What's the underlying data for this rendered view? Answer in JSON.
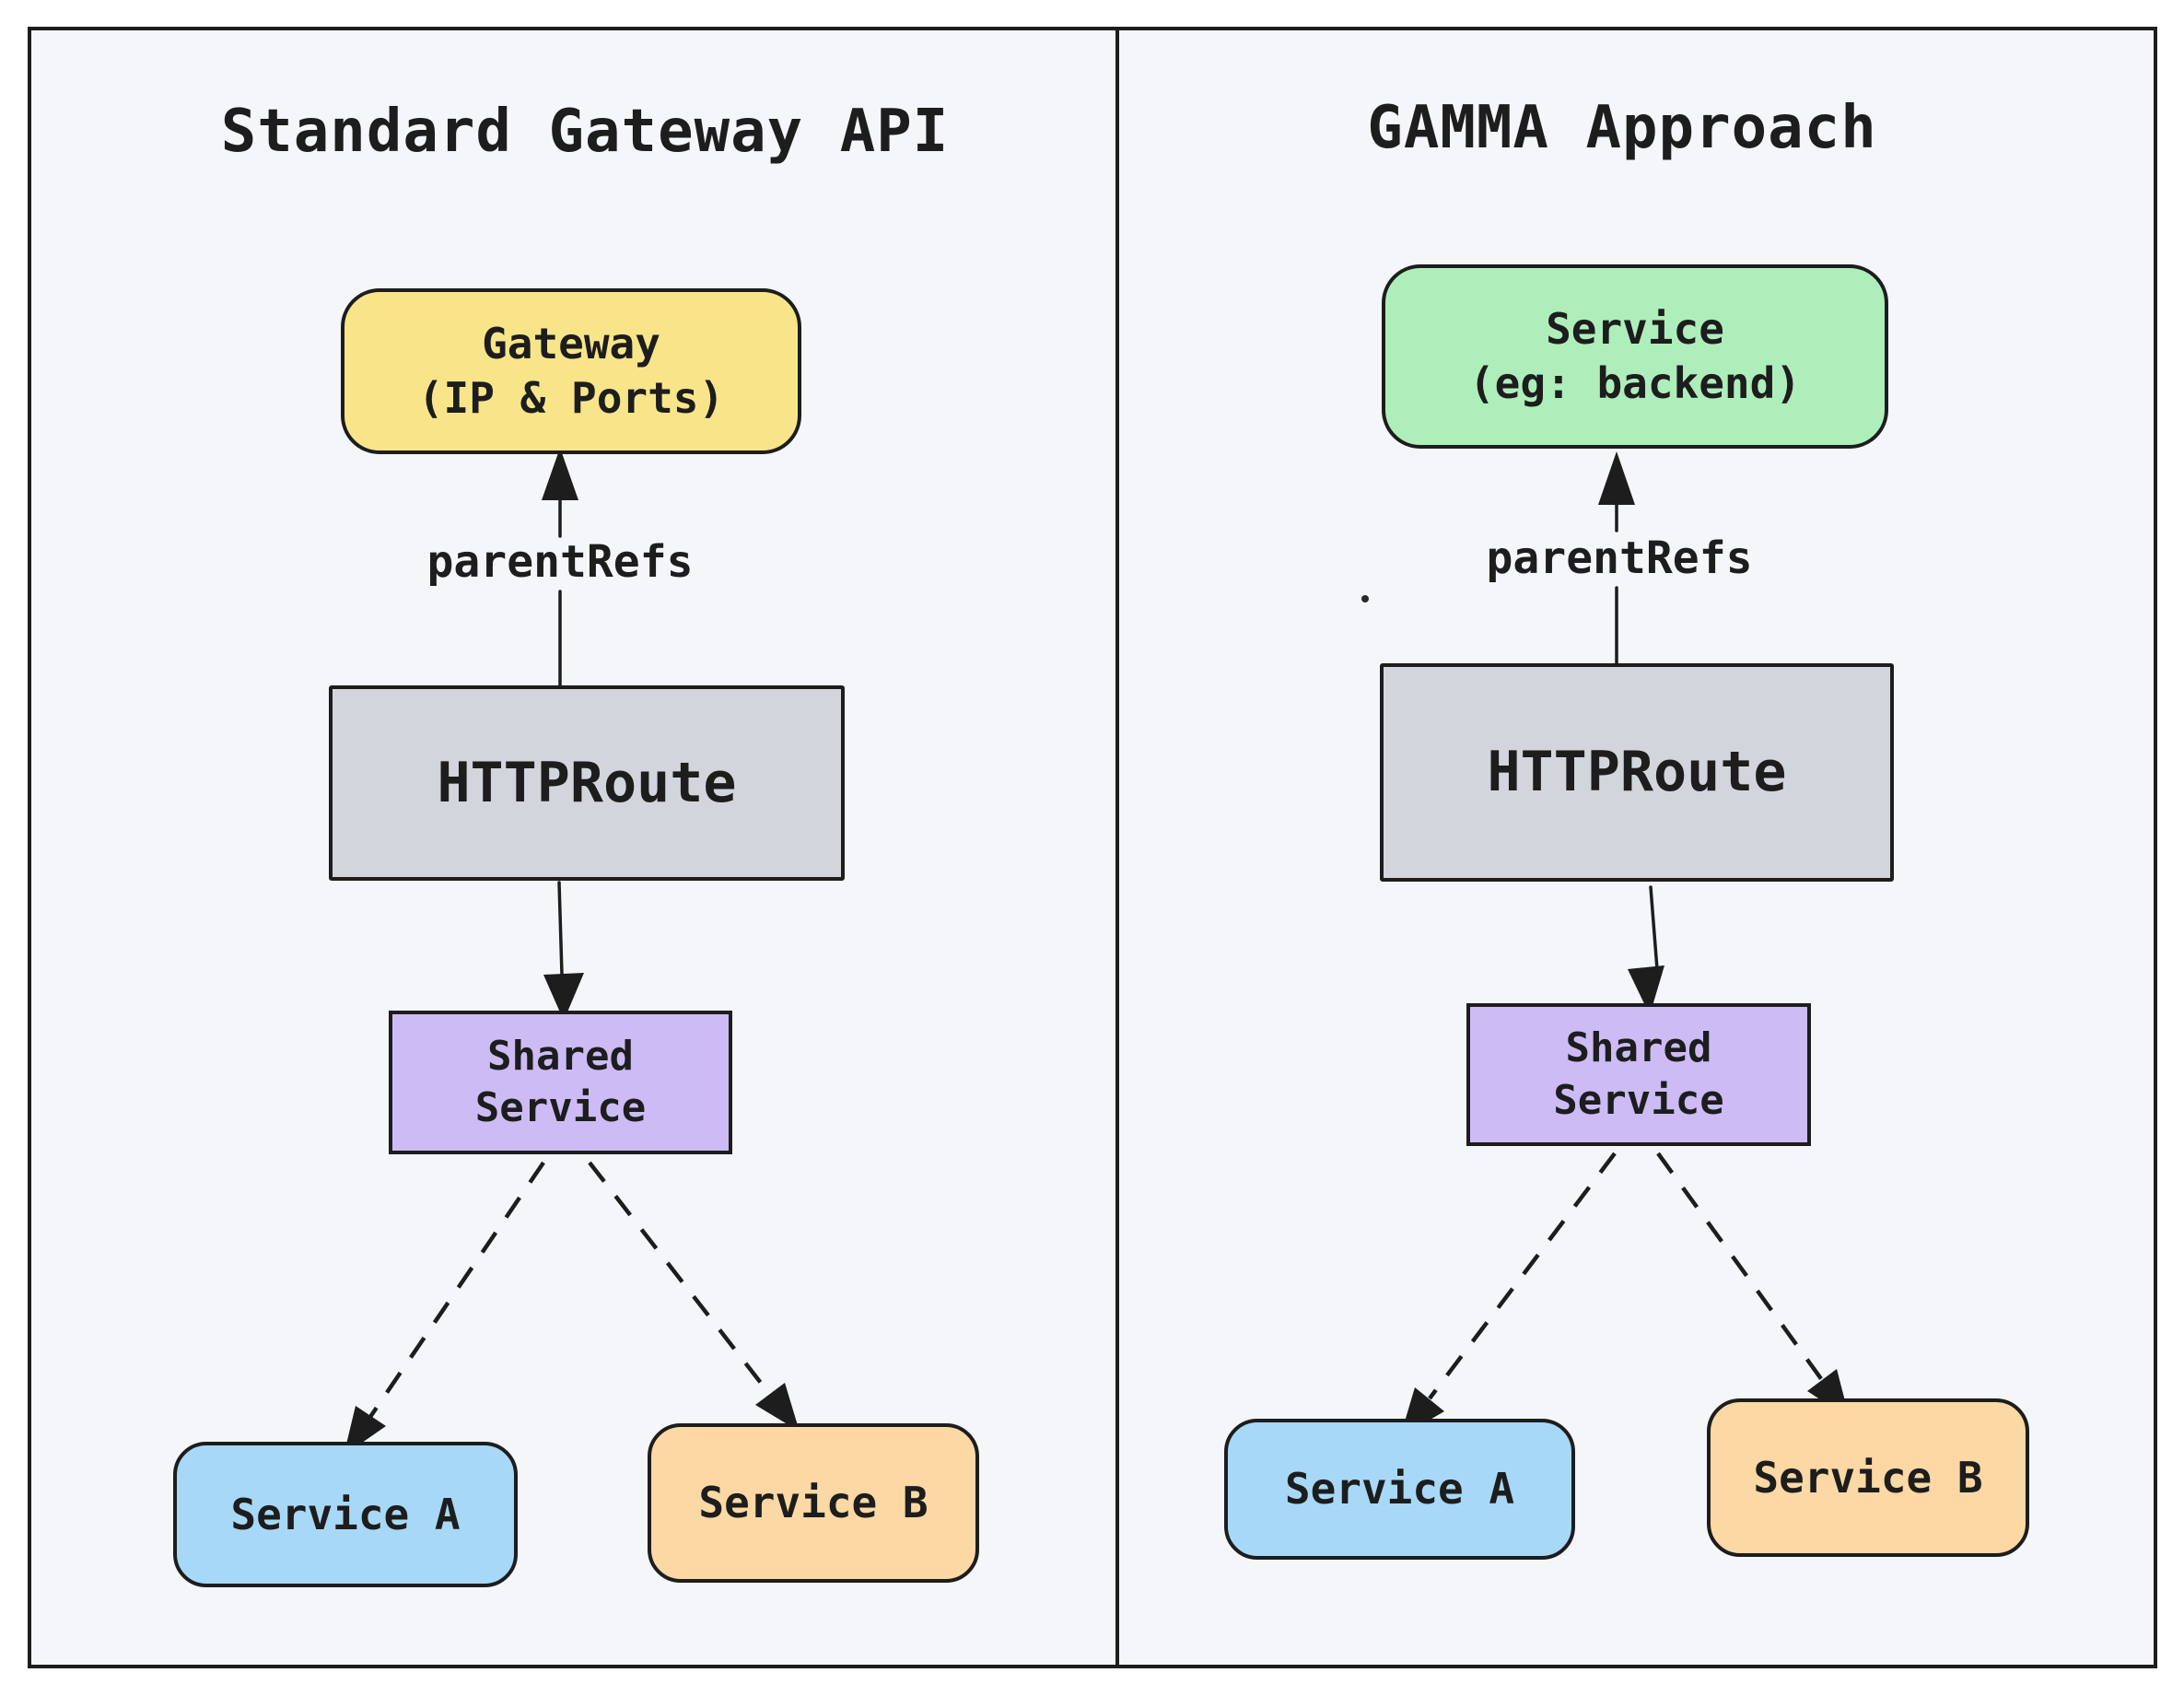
{
  "panels": {
    "left": {
      "title": "Standard Gateway API",
      "gateway": {
        "line1": "Gateway",
        "line2": "(IP & Ports)"
      },
      "parent_refs_label": "parentRefs",
      "httproute_label": "HTTPRoute",
      "shared_service": {
        "line1": "Shared",
        "line2": "Service"
      },
      "service_a_label": "Service A",
      "service_b_label": "Service B"
    },
    "right": {
      "title": "GAMMA Approach",
      "service": {
        "line1": "Service",
        "line2": "(eg: backend)"
      },
      "parent_refs_label": "parentRefs",
      "httproute_label": "HTTPRoute",
      "shared_service": {
        "line1": "Shared",
        "line2": "Service"
      },
      "service_a_label": "Service A",
      "service_b_label": "Service B"
    }
  },
  "colors": {
    "canvas_bg": "#ffffff",
    "panel_bg": "#f4f6f9",
    "ink": "#1d1d1d",
    "gateway_yellow": "#f8e58a",
    "service_green": "#aeeebb",
    "httproute_gray": "#d2d6dc",
    "shared_purple": "#cdbbf6",
    "service_a_blue": "#a7d8f8",
    "service_b_orange": "#fbd8a4"
  }
}
